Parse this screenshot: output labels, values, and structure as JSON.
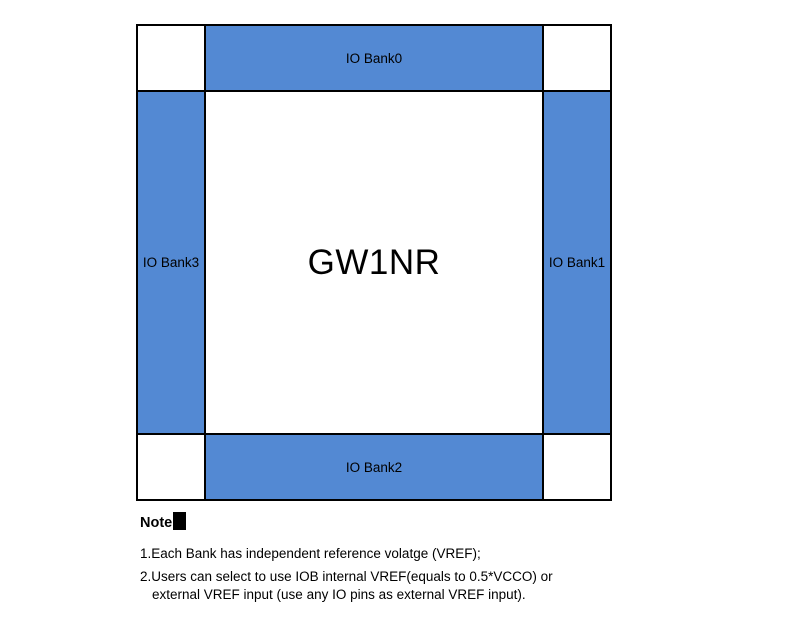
{
  "diagram": {
    "chip_label": "GW1NR",
    "banks": [
      {
        "id": "bank0",
        "position": "top",
        "label": "IO Bank0"
      },
      {
        "id": "bank1",
        "position": "right",
        "label": "IO Bank1"
      },
      {
        "id": "bank2",
        "position": "bottom",
        "label": "IO Bank2"
      },
      {
        "id": "bank3",
        "position": "left",
        "label": "IO Bank3"
      }
    ],
    "colors": {
      "bank_fill": "#5389d3",
      "border": "#000000",
      "core_background": "#ffffff"
    }
  },
  "note": {
    "title": "Note",
    "lines": [
      {
        "text": "1.Each Bank has independent reference volatge (VREF);"
      },
      {
        "text": "2.Users can select to use IOB internal VREF(equals to 0.5*VCCO) or"
      },
      {
        "text": "external VREF input (use any IO pins as external VREF input)."
      }
    ]
  }
}
